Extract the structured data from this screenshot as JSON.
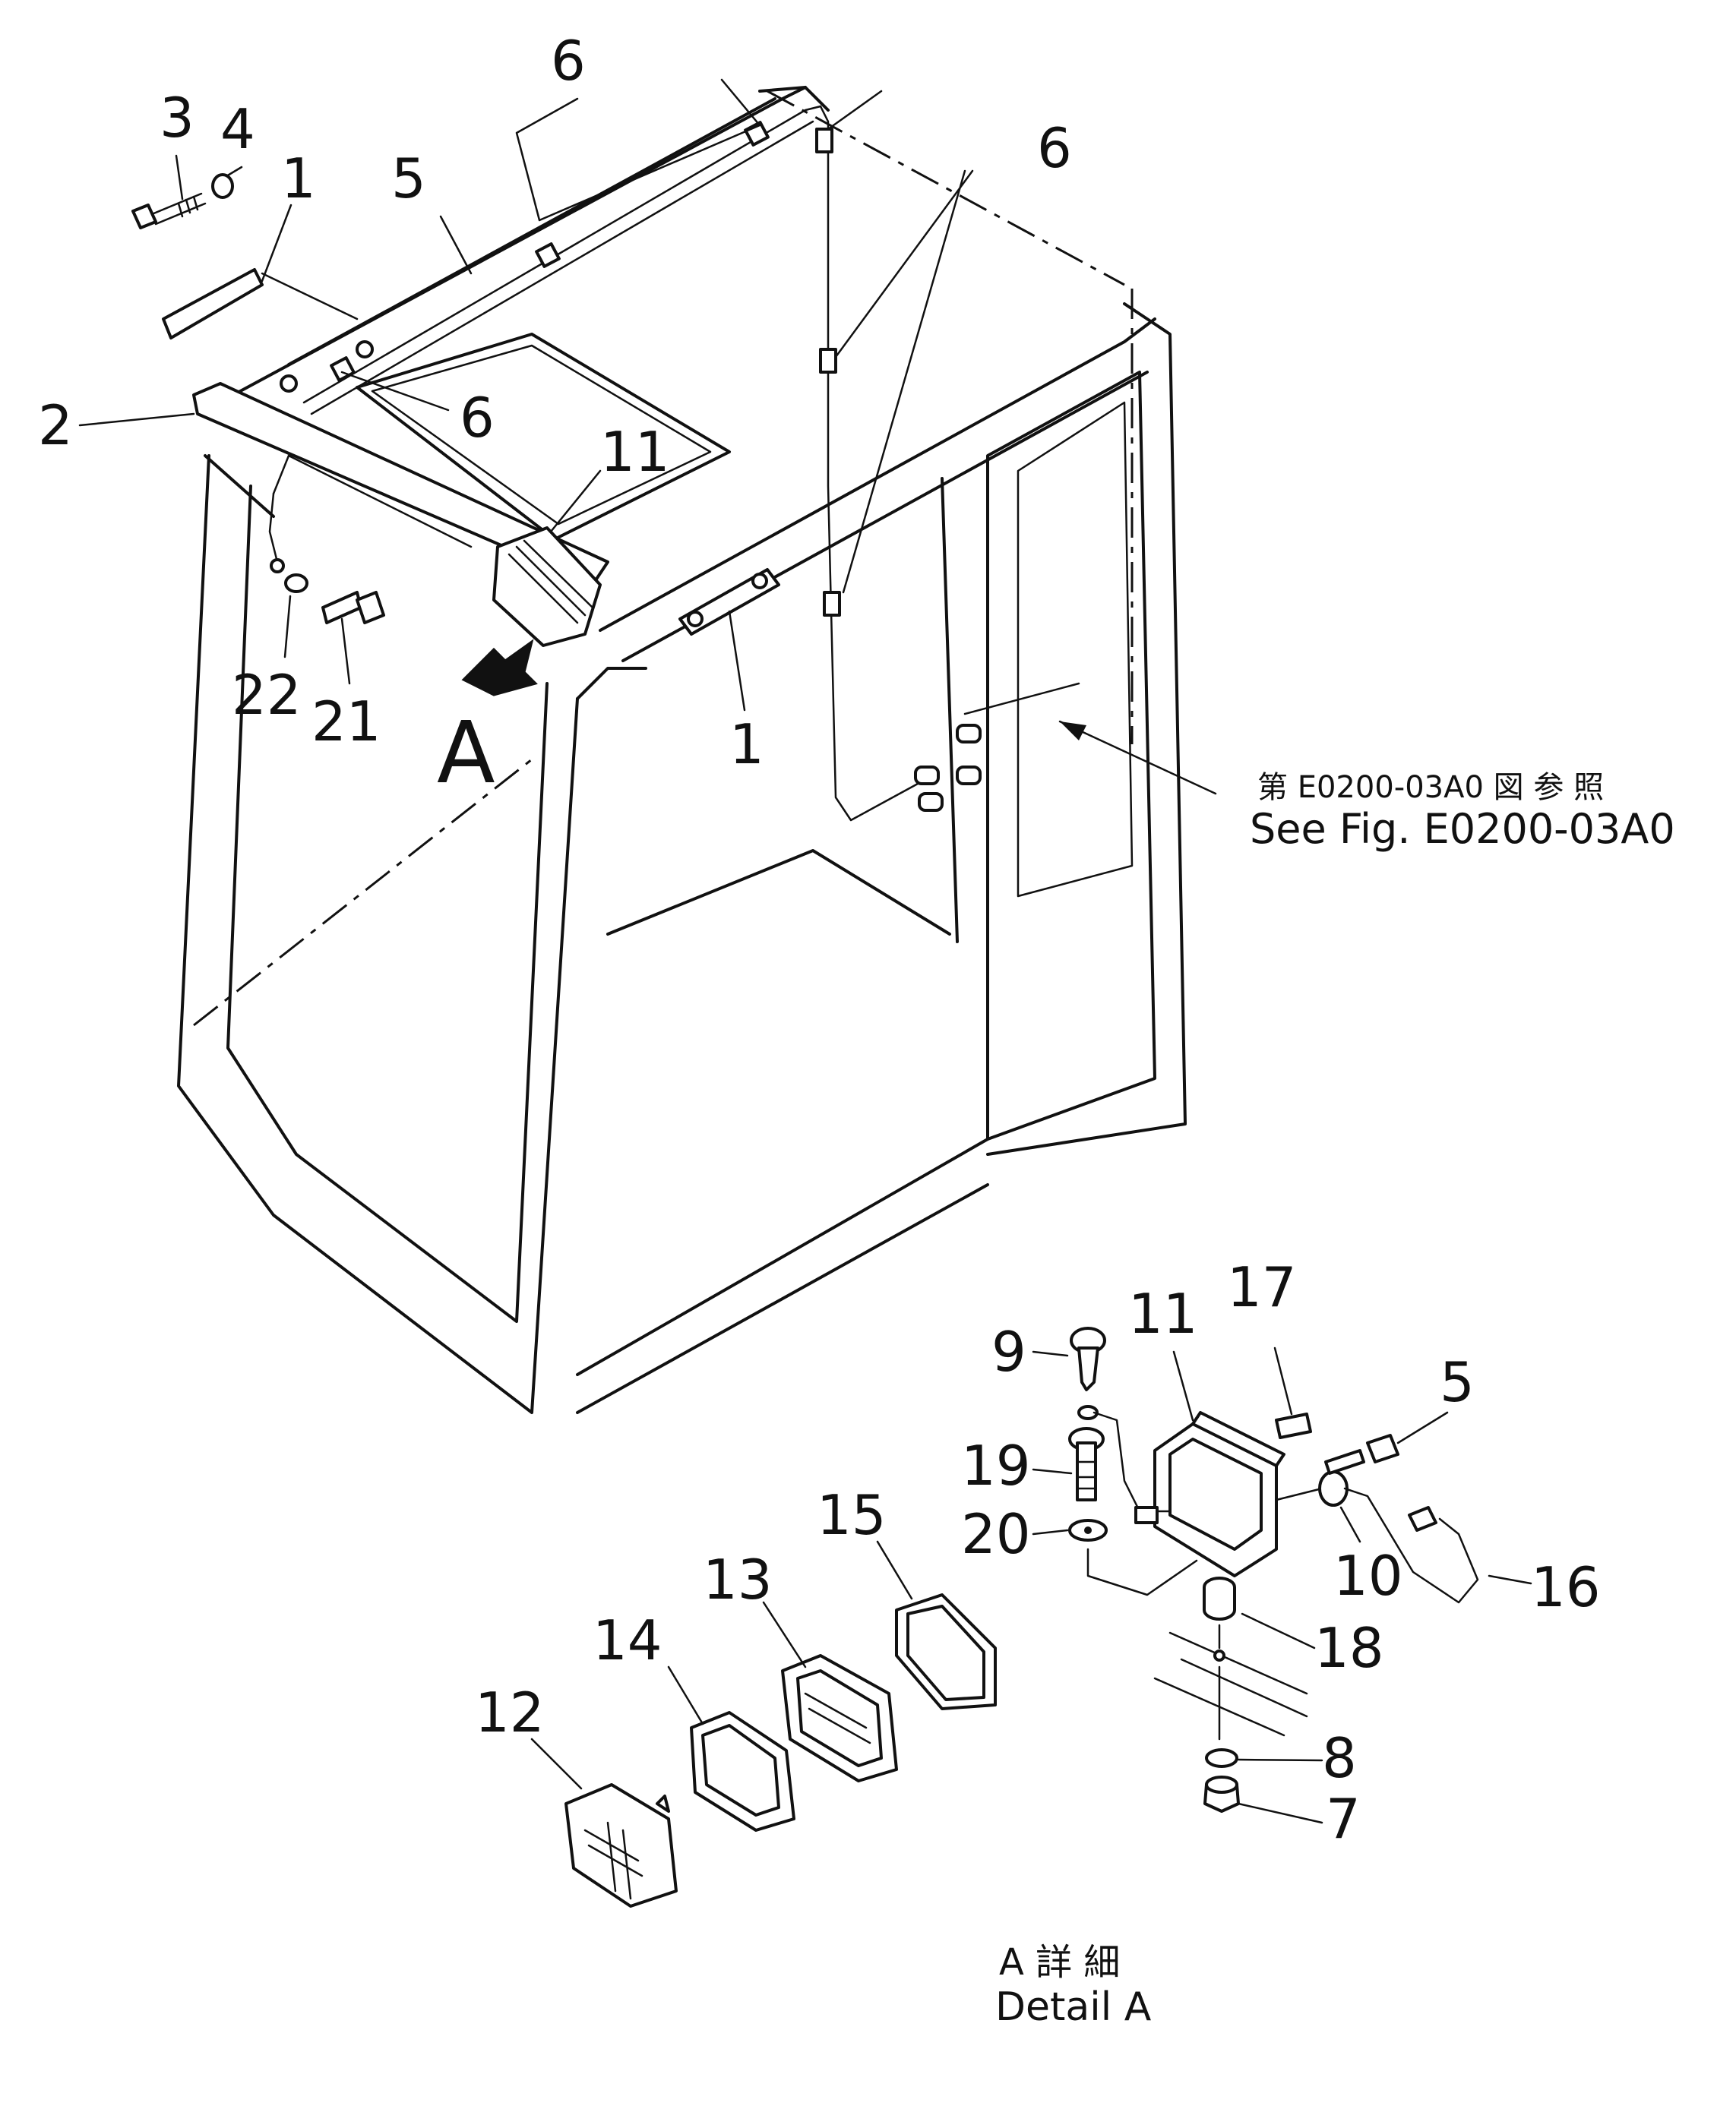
{
  "callouts": [
    {
      "id": "c1a",
      "label": "3"
    },
    {
      "id": "c1b",
      "label": "4"
    },
    {
      "id": "c1c",
      "label": "1"
    },
    {
      "id": "c1d",
      "label": "5"
    },
    {
      "id": "c1e",
      "label": "6"
    },
    {
      "id": "c1f",
      "label": "6"
    },
    {
      "id": "c1g",
      "label": "2"
    },
    {
      "id": "c1h",
      "label": "6"
    },
    {
      "id": "c1i",
      "label": "11"
    },
    {
      "id": "c1j",
      "label": "22"
    },
    {
      "id": "c1k",
      "label": "21"
    },
    {
      "id": "c1l",
      "label": "1"
    },
    {
      "id": "c2a",
      "label": "9"
    },
    {
      "id": "c2b",
      "label": "11"
    },
    {
      "id": "c2c",
      "label": "17"
    },
    {
      "id": "c2d",
      "label": "5"
    },
    {
      "id": "c2e",
      "label": "19"
    },
    {
      "id": "c2f",
      "label": "20"
    },
    {
      "id": "c2g",
      "label": "10"
    },
    {
      "id": "c2h",
      "label": "16"
    },
    {
      "id": "c2i",
      "label": "18"
    },
    {
      "id": "c2j",
      "label": "15"
    },
    {
      "id": "c2k",
      "label": "13"
    },
    {
      "id": "c2l",
      "label": "14"
    },
    {
      "id": "c2m",
      "label": "12"
    },
    {
      "id": "c2n",
      "label": "8"
    },
    {
      "id": "c2o",
      "label": "7"
    }
  ],
  "view_arrow": {
    "label": "A"
  },
  "reference": {
    "jp": "第 E0200-03A0 図 参 照",
    "en": "See Fig. E0200-03A0"
  },
  "detail": {
    "jp": "A 詳 細",
    "en": "Detail A"
  }
}
